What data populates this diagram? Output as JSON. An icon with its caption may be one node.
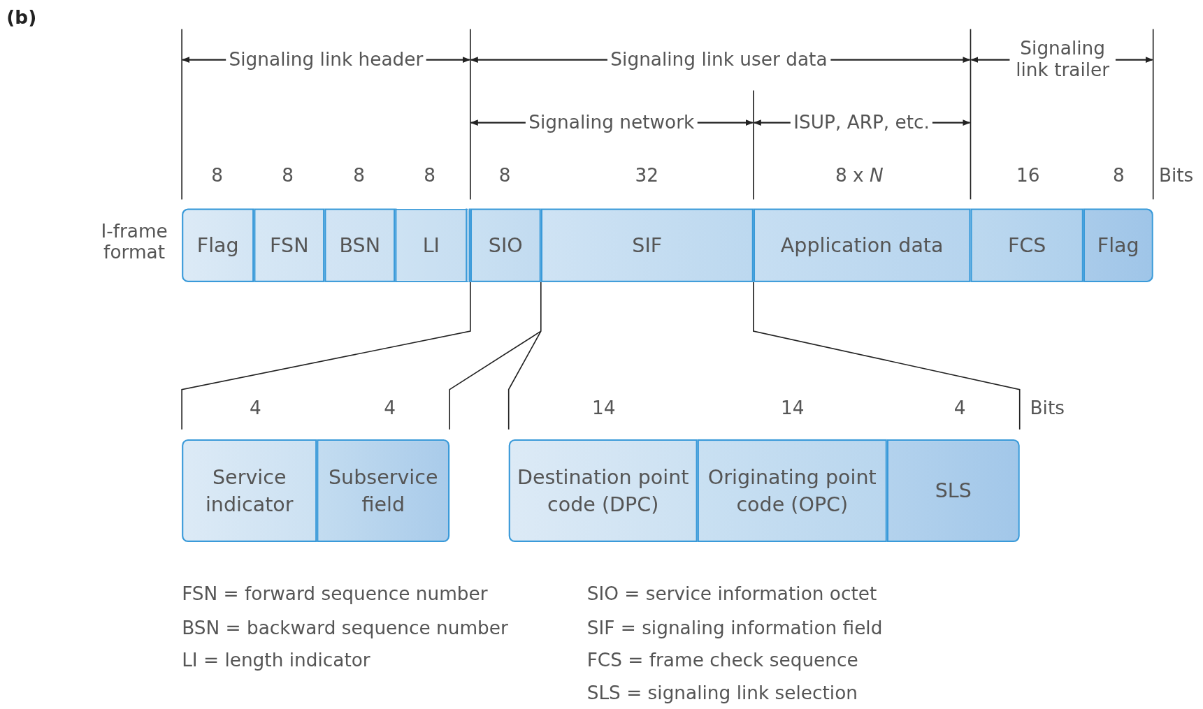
{
  "diagram": {
    "nodes": [
      {
        "text": [
          "Flag"
        ]
      },
      {
        "text": [
          "FSN"
        ]
      },
      {
        "text": [
          "BSN"
        ]
      },
      {
        "text": [
          "LI"
        ]
      },
      {
        "text": [
          "SIO"
        ]
      },
      {
        "text": [
          "SIF"
        ]
      },
      {
        "text": [
          "Application data"
        ]
      },
      {
        "text": [
          "FCS"
        ]
      },
      {
        "text": [
          "Flag"
        ]
      },
      {
        "text": [
          "Service indicator"
        ]
      },
      {
        "text": [
          "Subservice field"
        ]
      },
      {
        "text": [
          "Destination point code (DPC)"
        ]
      },
      {
        "text": [
          "Originating point code (OPC)"
        ]
      },
      {
        "text": [
          "SLS"
        ]
      }
    ],
    "labels": [
      "(b)",
      "Signaling link header",
      "Signaling link user data",
      "Signaling link trailer",
      "Signaling network",
      "ISUP, ARP, etc.",
      "8",
      "8",
      "8",
      "8",
      "8",
      "32",
      "8 x *N*",
      "16",
      "8",
      "Bits",
      "I-frame format",
      "4",
      "4",
      "14",
      "14",
      "4",
      "Bits",
      "FSN = forward sequence number",
      "BSN = backward sequence number",
      "LI = length indicator",
      "SIO = service information octet",
      "SIF = signaling information field",
      "FCS = frame check sequence",
      "SLS = signaling link selection"
    ]
  }
}
